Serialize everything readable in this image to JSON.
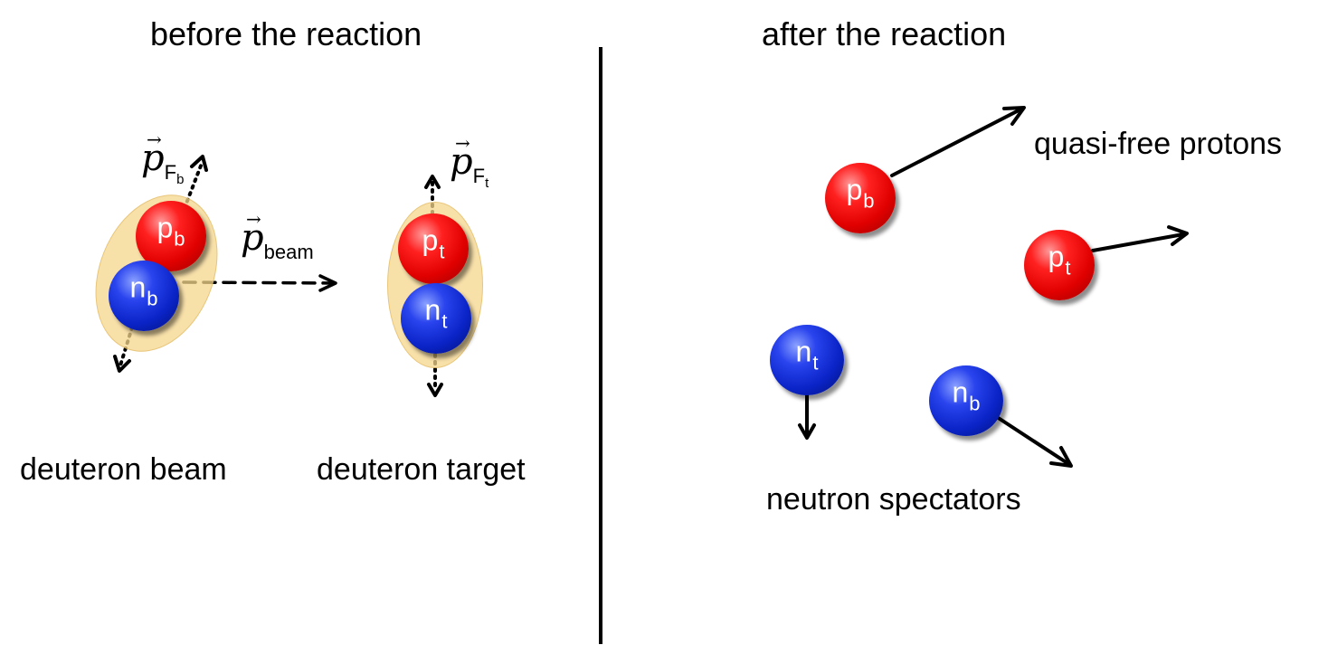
{
  "titles": {
    "before": "before the reaction",
    "after": "after the reaction"
  },
  "labels": {
    "deuteron_beam": "deuteron beam",
    "deuteron_target": "deuteron target",
    "quasi_free_protons": "quasi-free protons",
    "neutron_spectators": "neutron spectators"
  },
  "momenta": {
    "vector_symbol": "p",
    "fermi_sub": "F",
    "fermi_beam_index": "b",
    "fermi_target_index": "t",
    "beam_sub": "beam"
  },
  "nucleons": {
    "proton_symbol": "p",
    "neutron_symbol": "n",
    "beam_index": "b",
    "target_index": "t"
  },
  "colors": {
    "proton": "#e00000",
    "neutron": "#0a24c8",
    "deuteron_glow": "#f6d68c"
  }
}
